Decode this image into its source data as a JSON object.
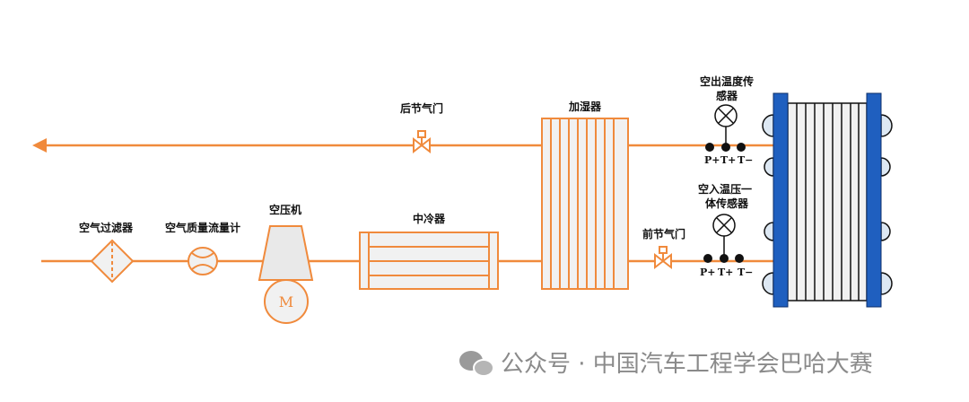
{
  "labels": {
    "air_filter": "空气过滤器",
    "mass_flow_meter": "空气质量流量计",
    "compressor": "空压机",
    "motor": "M",
    "intercooler": "中冷器",
    "humidifier": "加湿器",
    "rear_throttle": "后节气门",
    "front_throttle": "前节气门",
    "outlet_sensor_line1": "空出温度传",
    "outlet_sensor_line2": "感器",
    "inlet_sensor_line1": "空入温压一",
    "inlet_sensor_line2": "体传感器",
    "p_plus": "P+",
    "t_plus": "T+",
    "t_minus": "T−"
  },
  "watermark": "公众号 · 中国汽车工程学会巴哈大赛",
  "colors": {
    "pipe": "#f08a3c",
    "stack_plate": "#1f5fbf",
    "fill": "#f1f1f1"
  }
}
